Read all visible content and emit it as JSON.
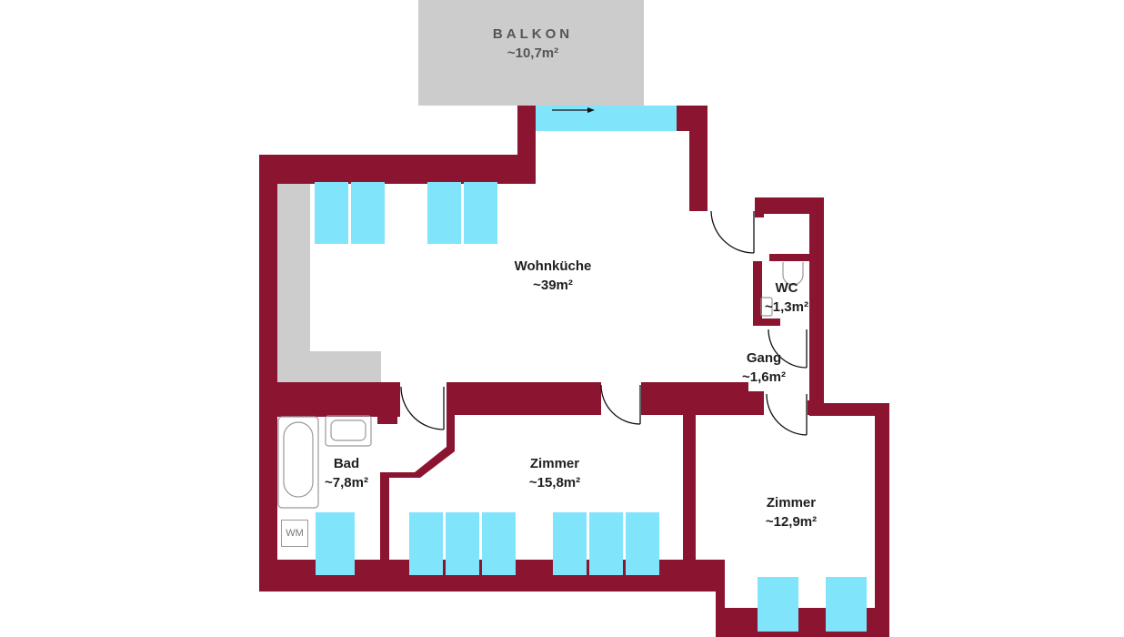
{
  "colors": {
    "wall": "#8b1530",
    "window": "#80e4fb",
    "balcony": "#cccccc",
    "counter": "#cdcdcd",
    "fixture_line": "#999999"
  },
  "rooms": {
    "balkon": {
      "name": "BALKON",
      "area": "~10,7m²"
    },
    "wohnkueche": {
      "name": "Wohnküche",
      "area": "~39m²"
    },
    "wc": {
      "name": "WC",
      "area": "~1,3m²"
    },
    "gang": {
      "name": "Gang",
      "area": "~1,6m²"
    },
    "bad": {
      "name": "Bad",
      "area": "~7,8m²"
    },
    "zimmer1": {
      "name": "Zimmer",
      "area": "~15,8m²"
    },
    "zimmer2": {
      "name": "Zimmer",
      "area": "~12,9m²"
    }
  },
  "fixtures": {
    "washing_machine": "WM"
  }
}
